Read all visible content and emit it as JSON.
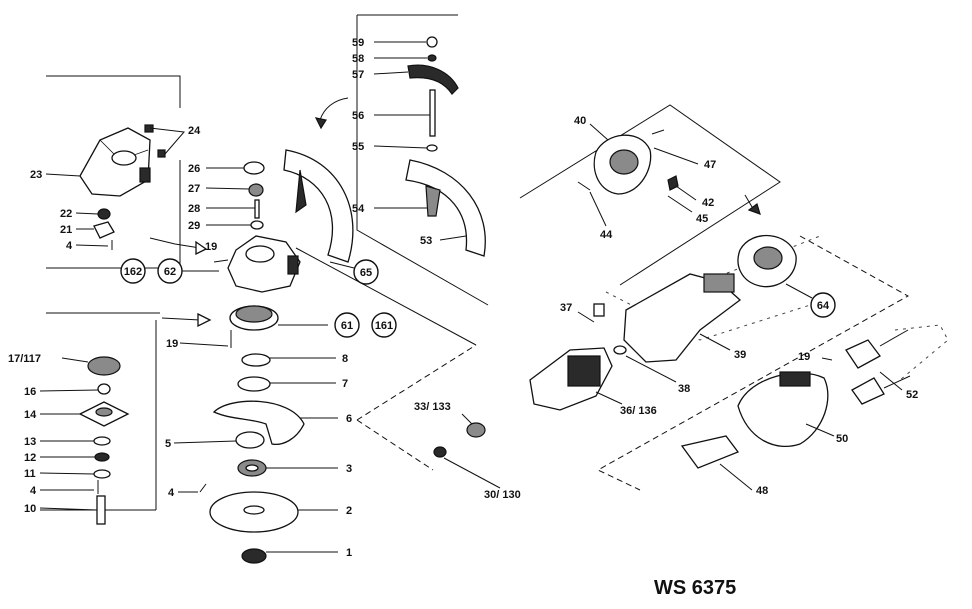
{
  "model": "WS 6375",
  "labels": {
    "l59": "59",
    "l58": "58",
    "l57": "57",
    "l56": "56",
    "l55": "55",
    "l54": "54",
    "l53": "53",
    "l24": "24",
    "l23": "23",
    "l22": "22",
    "l21": "21",
    "l4a": "4",
    "l26": "26",
    "l27": "27",
    "l28": "28",
    "l29": "29",
    "l19a": "19",
    "l162": "162",
    "l62": "62",
    "l65": "65",
    "l61": "61",
    "l161": "161",
    "l19b": "19",
    "l8": "8",
    "l7": "7",
    "l6": "6",
    "l5": "5",
    "l3": "3",
    "l4b": "4",
    "l2": "2",
    "l1": "1",
    "l17": "17/117",
    "l16": "16",
    "l14": "14",
    "l13": "13",
    "l12": "12",
    "l11": "11",
    "l4c": "4",
    "l10": "10",
    "l33": "33/ 133",
    "l30": "30/ 130",
    "l40": "40",
    "l47": "47",
    "l42": "42",
    "l45": "45",
    "l44": "44",
    "l64": "64",
    "l37": "37",
    "l39": "39",
    "l38": "38",
    "l36": "36/ 136",
    "l19c": "19",
    "l52": "52",
    "l50": "50",
    "l48": "48"
  }
}
